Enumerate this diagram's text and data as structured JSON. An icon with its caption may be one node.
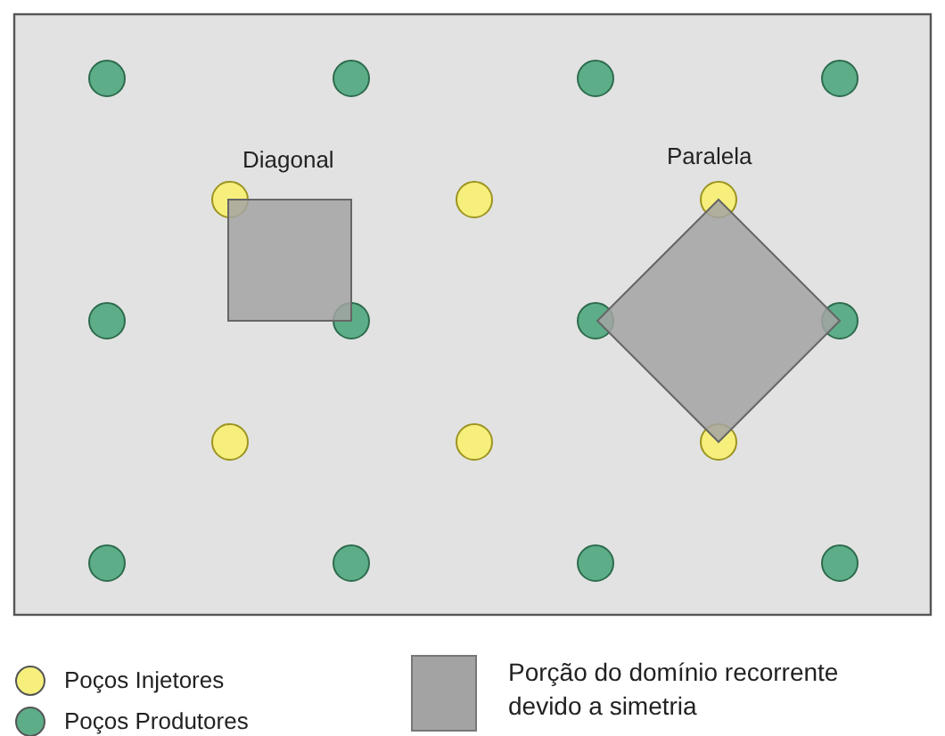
{
  "diagram": {
    "labels": [
      "Diagonal",
      "Paralela"
    ],
    "legend": [
      {
        "text": "Poços Injetores",
        "color": "#f6ef7c"
      },
      {
        "text": "Poços Produtores",
        "color": "#5dae88"
      },
      {
        "text": "Porção do domínio recorrente devido a simetria",
        "color": "#a3a3a3"
      }
    ]
  }
}
